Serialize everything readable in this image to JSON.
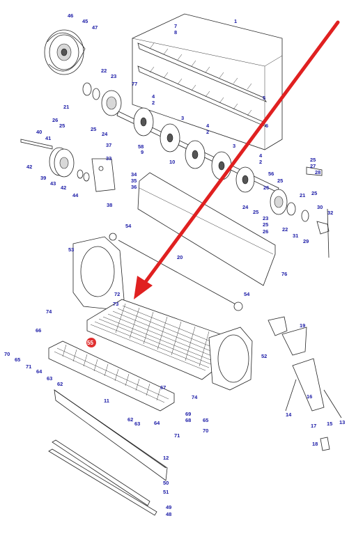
{
  "diagram": {
    "callouts": [
      {
        "id": "c46",
        "label": "46"
      },
      {
        "id": "c45",
        "label": "45"
      },
      {
        "id": "c47",
        "label": "47"
      },
      {
        "id": "c1",
        "label": "1"
      },
      {
        "id": "c7",
        "label": "7"
      },
      {
        "id": "c8",
        "label": "8"
      },
      {
        "id": "c22",
        "label": "22"
      },
      {
        "id": "c23",
        "label": "23"
      },
      {
        "id": "c77",
        "label": "77"
      },
      {
        "id": "c4a",
        "label": "4"
      },
      {
        "id": "c2a",
        "label": "2"
      },
      {
        "id": "c5",
        "label": "5"
      },
      {
        "id": "c21a",
        "label": "21"
      },
      {
        "id": "c26a",
        "label": "26"
      },
      {
        "id": "c25a",
        "label": "25"
      },
      {
        "id": "c25b",
        "label": "25"
      },
      {
        "id": "c24a",
        "label": "24"
      },
      {
        "id": "c3a",
        "label": "3"
      },
      {
        "id": "c4b",
        "label": "4"
      },
      {
        "id": "c2b",
        "label": "2"
      },
      {
        "id": "c6",
        "label": "6"
      },
      {
        "id": "c40",
        "label": "40"
      },
      {
        "id": "c41",
        "label": "41"
      },
      {
        "id": "c37",
        "label": "37"
      },
      {
        "id": "c58",
        "label": "58"
      },
      {
        "id": "c33",
        "label": "33"
      },
      {
        "id": "c9",
        "label": "9"
      },
      {
        "id": "c10",
        "label": "10"
      },
      {
        "id": "c3b",
        "label": "3"
      },
      {
        "id": "c4c",
        "label": "4"
      },
      {
        "id": "c2c",
        "label": "2"
      },
      {
        "id": "c42a",
        "label": "42"
      },
      {
        "id": "c39",
        "label": "39"
      },
      {
        "id": "c43",
        "label": "43"
      },
      {
        "id": "c42b",
        "label": "42"
      },
      {
        "id": "c44",
        "label": "44"
      },
      {
        "id": "c34",
        "label": "34"
      },
      {
        "id": "c35",
        "label": "35"
      },
      {
        "id": "c36",
        "label": "36"
      },
      {
        "id": "c38",
        "label": "38"
      },
      {
        "id": "c25c",
        "label": "25"
      },
      {
        "id": "c27",
        "label": "27"
      },
      {
        "id": "c28",
        "label": "28"
      },
      {
        "id": "c56",
        "label": "56"
      },
      {
        "id": "c25d",
        "label": "25"
      },
      {
        "id": "c26b",
        "label": "26"
      },
      {
        "id": "c25e",
        "label": "25"
      },
      {
        "id": "c21b",
        "label": "21"
      },
      {
        "id": "c24b",
        "label": "24"
      },
      {
        "id": "c25f",
        "label": "25"
      },
      {
        "id": "c30",
        "label": "30"
      },
      {
        "id": "c32",
        "label": "32"
      },
      {
        "id": "c23b",
        "label": "23"
      },
      {
        "id": "c25g",
        "label": "25"
      },
      {
        "id": "c26c",
        "label": "26"
      },
      {
        "id": "c22b",
        "label": "22"
      },
      {
        "id": "c31",
        "label": "31"
      },
      {
        "id": "c29",
        "label": "29"
      },
      {
        "id": "c54",
        "label": "54"
      },
      {
        "id": "c53",
        "label": "53"
      },
      {
        "id": "c20",
        "label": "20"
      },
      {
        "id": "c76",
        "label": "76"
      },
      {
        "id": "c72",
        "label": "72"
      },
      {
        "id": "c73",
        "label": "73"
      },
      {
        "id": "c74a",
        "label": "74"
      },
      {
        "id": "c54b",
        "label": "54"
      },
      {
        "id": "c19",
        "label": "19"
      },
      {
        "id": "c66",
        "label": "66"
      },
      {
        "id": "c70a",
        "label": "70"
      },
      {
        "id": "c65a",
        "label": "65"
      },
      {
        "id": "c71a",
        "label": "71"
      },
      {
        "id": "c64a",
        "label": "64"
      },
      {
        "id": "c63a",
        "label": "63"
      },
      {
        "id": "c62a",
        "label": "62"
      },
      {
        "id": "c52",
        "label": "52"
      },
      {
        "id": "c67",
        "label": "67"
      },
      {
        "id": "c11",
        "label": "11"
      },
      {
        "id": "c74b",
        "label": "74"
      },
      {
        "id": "c16",
        "label": "16"
      },
      {
        "id": "c14",
        "label": "14"
      },
      {
        "id": "c17",
        "label": "17"
      },
      {
        "id": "c15",
        "label": "15"
      },
      {
        "id": "c13",
        "label": "13"
      },
      {
        "id": "c62b",
        "label": "62"
      },
      {
        "id": "c63b",
        "label": "63"
      },
      {
        "id": "c64b",
        "label": "64"
      },
      {
        "id": "c69",
        "label": "69"
      },
      {
        "id": "c68",
        "label": "68"
      },
      {
        "id": "c65b",
        "label": "65"
      },
      {
        "id": "c71b",
        "label": "71"
      },
      {
        "id": "c70b",
        "label": "70"
      },
      {
        "id": "c18",
        "label": "18"
      },
      {
        "id": "c12",
        "label": "12"
      },
      {
        "id": "c50",
        "label": "50"
      },
      {
        "id": "c51",
        "label": "51"
      },
      {
        "id": "c49",
        "label": "49"
      },
      {
        "id": "c48",
        "label": "48"
      }
    ],
    "highlight": {
      "label": "55",
      "color": "#e03030"
    },
    "arrow_color": "#e02020",
    "callout_color": "#1a1aa6"
  }
}
